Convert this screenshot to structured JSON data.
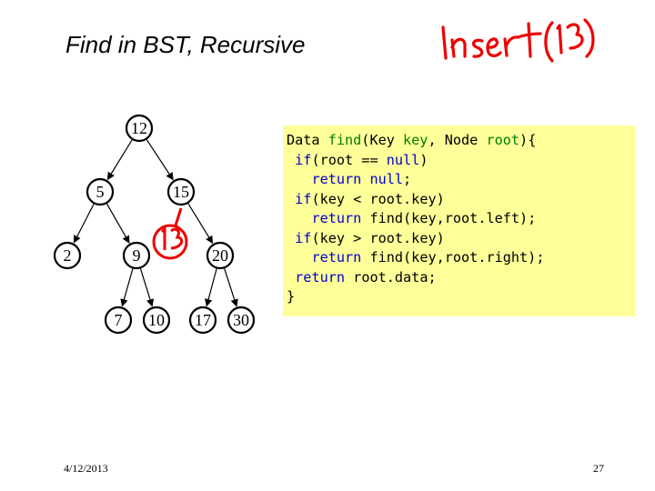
{
  "slide": {
    "title": "Find in BST, Recursive",
    "date": "4/12/2013",
    "page_number": "27"
  },
  "annotations": {
    "insert_note": "Insert (13)",
    "new_node_label": "13",
    "color": "#ee0000"
  },
  "tree": {
    "nodes": [
      {
        "id": "12",
        "label": "12"
      },
      {
        "id": "5",
        "label": "5"
      },
      {
        "id": "15",
        "label": "15"
      },
      {
        "id": "2",
        "label": "2"
      },
      {
        "id": "9",
        "label": "9"
      },
      {
        "id": "20",
        "label": "20"
      },
      {
        "id": "7",
        "label": "7"
      },
      {
        "id": "10",
        "label": "10"
      },
      {
        "id": "17",
        "label": "17"
      },
      {
        "id": "30",
        "label": "30"
      }
    ],
    "edges": [
      [
        "12",
        "5"
      ],
      [
        "12",
        "15"
      ],
      [
        "5",
        "2"
      ],
      [
        "5",
        "9"
      ],
      [
        "15",
        "20"
      ],
      [
        "9",
        "7"
      ],
      [
        "9",
        "10"
      ],
      [
        "20",
        "17"
      ],
      [
        "20",
        "30"
      ]
    ]
  },
  "code": {
    "background": "#ffff99",
    "lines": [
      [
        {
          "t": "Data "
        },
        {
          "t": "find",
          "c": "nm"
        },
        {
          "t": "(Key "
        },
        {
          "t": "key",
          "c": "nm"
        },
        {
          "t": ", Node "
        },
        {
          "t": "root",
          "c": "nm"
        },
        {
          "t": "){"
        }
      ],
      [
        {
          "t": " "
        },
        {
          "t": "if",
          "c": "kw"
        },
        {
          "t": "(root == "
        },
        {
          "t": "null",
          "c": "kw"
        },
        {
          "t": ")"
        }
      ],
      [
        {
          "t": "   "
        },
        {
          "t": "return",
          "c": "kw"
        },
        {
          "t": " "
        },
        {
          "t": "null",
          "c": "kw"
        },
        {
          "t": ";"
        }
      ],
      [
        {
          "t": " "
        },
        {
          "t": "if",
          "c": "kw"
        },
        {
          "t": "(key < root.key)"
        }
      ],
      [
        {
          "t": "   "
        },
        {
          "t": "return",
          "c": "kw"
        },
        {
          "t": " find(key,root.left);"
        }
      ],
      [
        {
          "t": " "
        },
        {
          "t": "if",
          "c": "kw"
        },
        {
          "t": "(key > root.key)"
        }
      ],
      [
        {
          "t": "   "
        },
        {
          "t": "return",
          "c": "kw"
        },
        {
          "t": " find(key,root.right);"
        }
      ],
      [
        {
          "t": " "
        },
        {
          "t": "return",
          "c": "kw"
        },
        {
          "t": " root.data;"
        }
      ],
      [
        {
          "t": "}"
        }
      ]
    ]
  }
}
